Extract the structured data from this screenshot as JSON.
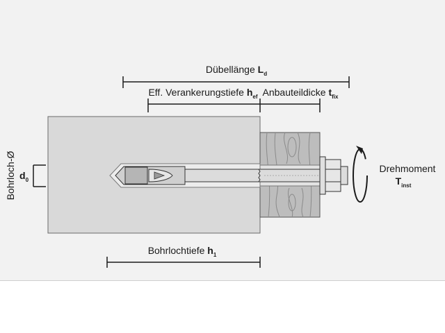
{
  "labels": {
    "duebellaenge": {
      "text": "Dübellänge",
      "symbol": "L",
      "sub": "d"
    },
    "verankerung": {
      "text": "Eff. Verankerungstiefe",
      "symbol": "h",
      "sub": "ef"
    },
    "anbauteil": {
      "text": "Anbauteildicke",
      "symbol": "t",
      "sub": "fix"
    },
    "bohrlochtiefe": {
      "text": "Bohrlochtiefe",
      "symbol": "h",
      "sub": "1"
    },
    "bohrloch_d": {
      "text": "Bohrloch-Ø"
    },
    "d0": {
      "symbol": "d",
      "sub": "0"
    },
    "drehmoment": {
      "text": "Drehmoment",
      "symbol": "T",
      "sub": "inst"
    }
  },
  "colors": {
    "background": "#f2f2f2",
    "concrete": "#d9d9d9",
    "wood": "#b8b8b8",
    "line": "#1a1a1a"
  }
}
